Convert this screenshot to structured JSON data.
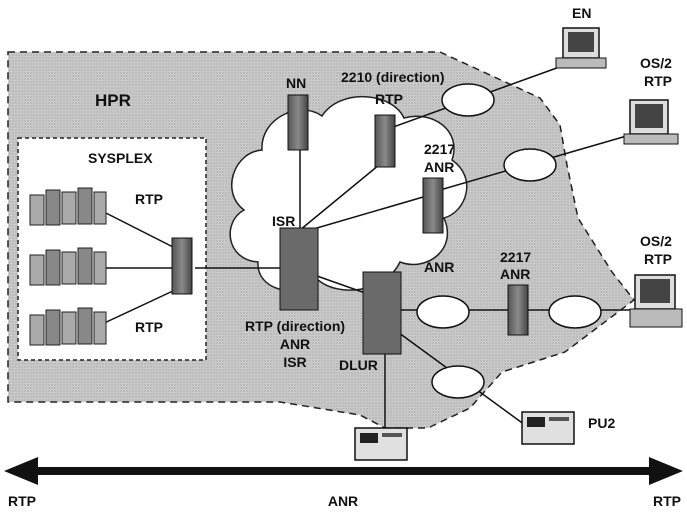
{
  "labels": {
    "hpr": "HPR",
    "sysplex": "SYSPLEX",
    "rtp_upper": "RTP",
    "rtp_lower": "RTP",
    "nn": "NN",
    "n2210": "2210 (direction)",
    "n2210_rtp": "RTP",
    "n2217_top": "2217",
    "n2217_top_anr": "ANR",
    "isr_cloud": "ISR",
    "anr_cloud": "ANR",
    "n2217_mid": "2217",
    "n2217_mid_anr": "ANR",
    "rtp_dir": "RTP (direction)",
    "rtp_dir_anr": "ANR",
    "rtp_dir_isr": "ISR",
    "dlur": "DLUR",
    "en": "EN",
    "os2_top": "OS/2",
    "os2_top_rtp": "RTP",
    "os2_bottom": "OS/2",
    "os2_bottom_rtp": "RTP",
    "pu2": "PU2"
  },
  "arrow": {
    "left": "RTP",
    "center": "ANR",
    "right": "RTP"
  },
  "colors": {
    "hpr_region": "#c8c8c8",
    "cloud": "#ffffff",
    "node_dark": "#6a6a6a",
    "node_light": "#d9d9d9",
    "line": "#111111"
  }
}
